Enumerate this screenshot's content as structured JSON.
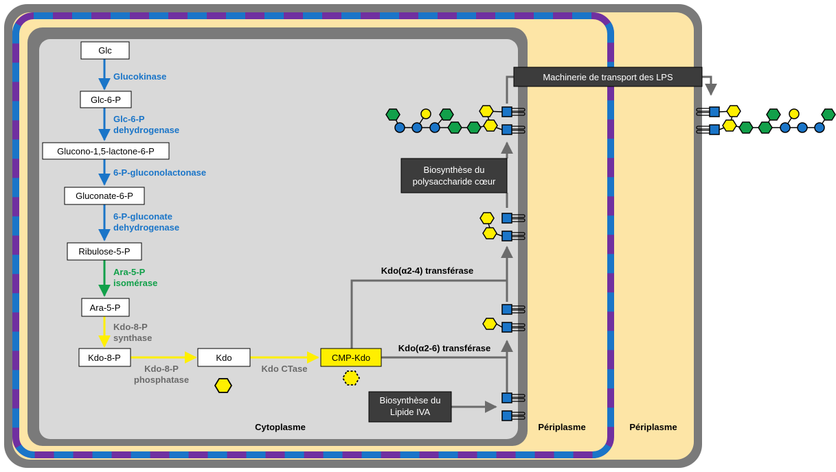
{
  "colors": {
    "blue": "#1a75c8",
    "green": "#12a04a",
    "yellow": "#ffef00",
    "gray_label": "#6b6b6b",
    "membrane_gray": "#7a7a7a",
    "cytoplasm": "#d9d9d9",
    "periplasm": "#fde5a6",
    "dark_box": "#3c3c3c",
    "stripe_purple": "#7030a0",
    "stripe_blue": "#1a75c8"
  },
  "metabolites": {
    "glc": "Glc",
    "glc6p": "Glc-6-P",
    "gluconolactone": "Glucono-1,5-lactone-6-P",
    "gluconate": "Gluconate-6-P",
    "ribulose": "Ribulose-5-P",
    "ara5p": "Ara-5-P",
    "kdo8p": "Kdo-8-P",
    "kdo": "Kdo",
    "cmpkdo": "CMP-Kdo"
  },
  "enzymes": {
    "glucokinase": "Glucokinase",
    "g6pdh_1": "Glc-6-P",
    "g6pdh_2": "dehydrogenase",
    "gluconolactonase": "6-P-gluconolactonase",
    "pgdh_1": "6-P-gluconate",
    "pgdh_2": "dehydrogenase",
    "isomerase_1": "Ara-5-P",
    "isomerase_2": "isomérase",
    "synthase_1": "Kdo-8-P",
    "synthase_2": "synthase",
    "phosphatase_1": "Kdo-8-P",
    "phosphatase_2": "phosphatase",
    "ctase": "Kdo CTase",
    "transferase_a26": "Kdo(α2-6) transférase",
    "transferase_a24": "Kdo(α2-4) transférase"
  },
  "boxes": {
    "lipid_1": "Biosynthèse du",
    "lipid_2": "Lipide IVA",
    "core_1": "Biosynthèse du",
    "core_2": "polysaccharide cœur",
    "transport": "Machinerie de transport des LPS"
  },
  "regions": {
    "cytoplasm": "Cytoplasme",
    "periplasm_inner": "Périplasme",
    "periplasm_outer": "Périplasme"
  },
  "icons": {
    "kdo_symbol": "yellow-hexagon-icon",
    "cmp_kdo_symbol": "dashed-yellow-hexagon-icon",
    "glycan_symbols": [
      "blue-square",
      "blue-circle",
      "green-hexagon",
      "yellow-hexagon",
      "yellow-circle",
      "lipid-chains"
    ]
  }
}
